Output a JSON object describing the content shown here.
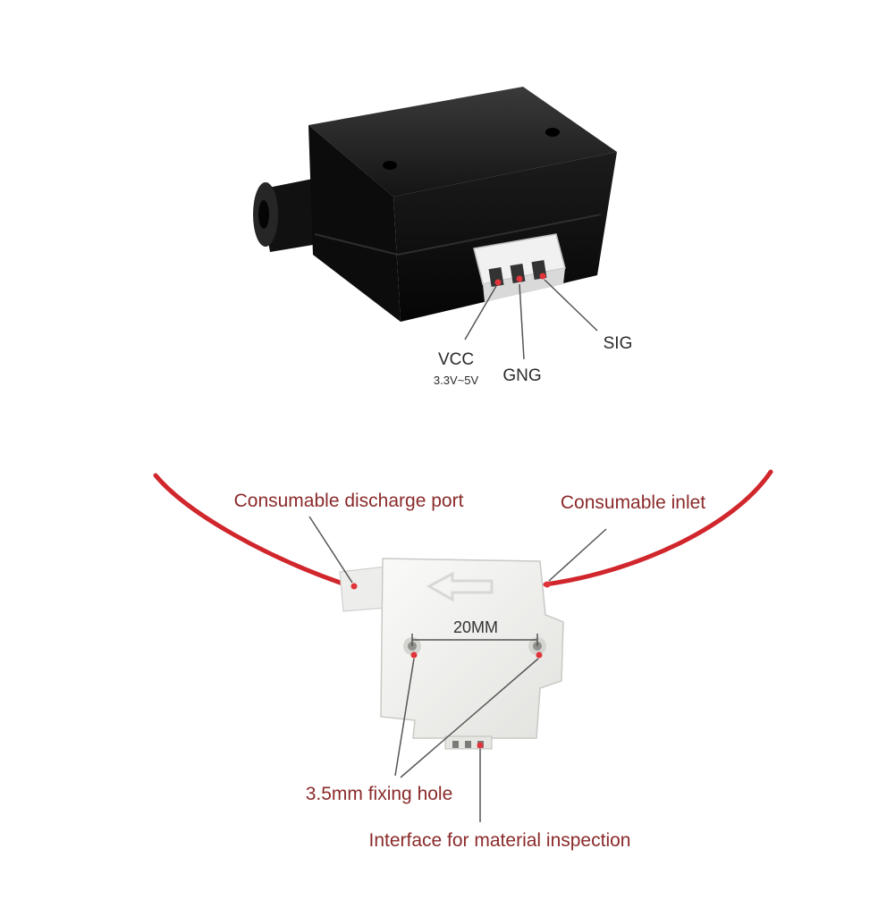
{
  "top_diagram": {
    "pins": [
      {
        "label": "VCC",
        "sublabel": "3.3V~5V"
      },
      {
        "label": "GNG"
      },
      {
        "label": "SIG"
      }
    ]
  },
  "bottom_diagram": {
    "labels": {
      "discharge_port": "Consumable discharge port",
      "inlet": "Consumable inlet",
      "spacing": "20MM",
      "fixing_hole": "3.5mm fixing hole",
      "interface": "Interface for material inspection"
    }
  },
  "colors": {
    "background": "#ffffff",
    "filament": "#d0262c",
    "pointer": "#e0343a",
    "leader_line": "#555555",
    "top_label": "#2a2a2a",
    "bottom_label": "#8b2a2a",
    "black_body": "#141414",
    "white_body": "#f1f1ef"
  }
}
